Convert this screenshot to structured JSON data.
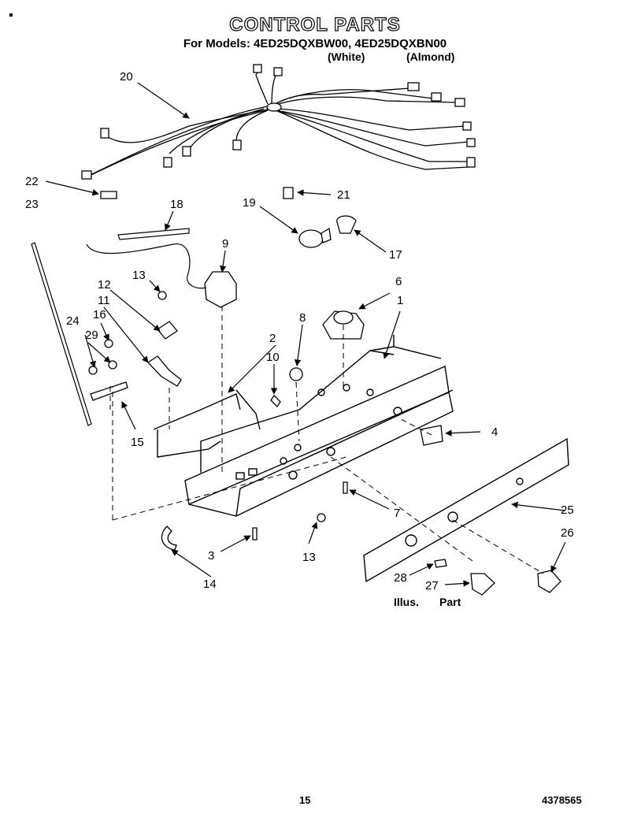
{
  "header": {
    "title": "CONTROL PARTS",
    "models": "For Models: 4ED25DQXBW00, 4ED25DQXBN00",
    "color_white": "(White)",
    "color_almond": "(Almond)"
  },
  "callouts": [
    "1",
    "2",
    "3",
    "4",
    "6",
    "7",
    "8",
    "9",
    "10",
    "11",
    "12",
    "13",
    "13",
    "14",
    "15",
    "16",
    "17",
    "18",
    "19",
    "20",
    "21",
    "22",
    "23",
    "24",
    "25",
    "26",
    "27",
    "28",
    "29"
  ],
  "legend": {
    "illus": "Illus.",
    "part": "Part"
  },
  "footer": {
    "page_number": "15",
    "doc_number": "4378565"
  }
}
